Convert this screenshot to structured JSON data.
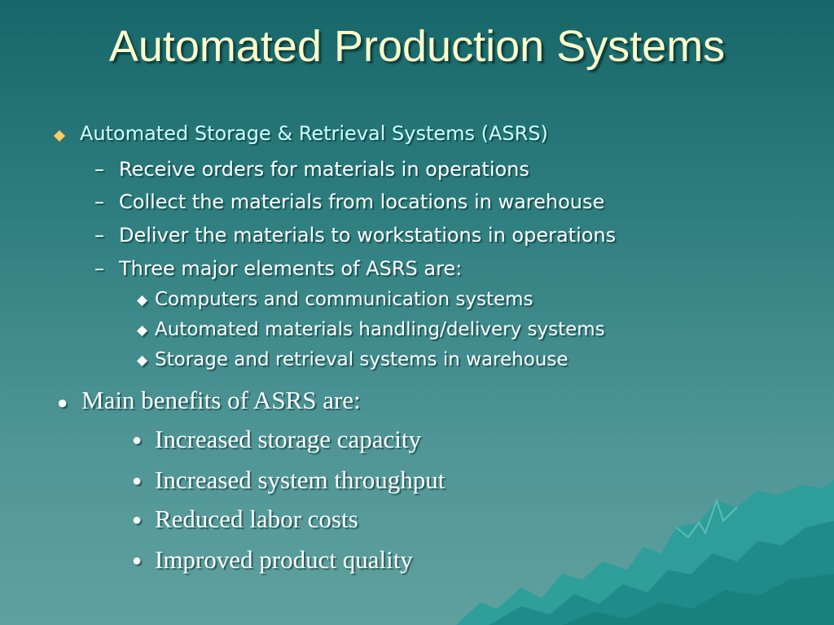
{
  "slide": {
    "title": "Automated Production Systems",
    "colors": {
      "title": "#ffffcc",
      "accent": "#ccffff",
      "diamond": "#ffcc66",
      "text": "#ffffff"
    }
  },
  "section1": {
    "bullet_icon": "diamond-bullet-icon",
    "heading": "Automated Storage & Retrieval Systems (ASRS)",
    "dash_items": [
      "Receive orders for materials in operations",
      "Collect the materials from locations in warehouse",
      "Deliver the materials to workstations in operations",
      "Three major elements of ASRS are:"
    ],
    "elements": [
      "Computers and communication systems",
      "Automated materials handling/delivery systems",
      "Storage and retrieval systems in warehouse"
    ]
  },
  "section2": {
    "bullet_icon": "round-bullet-icon",
    "heading": "Main benefits of ASRS are:",
    "benefits": [
      "Increased storage capacity",
      "Increased system throughput",
      "Reduced labor costs",
      "Improved product quality"
    ]
  }
}
